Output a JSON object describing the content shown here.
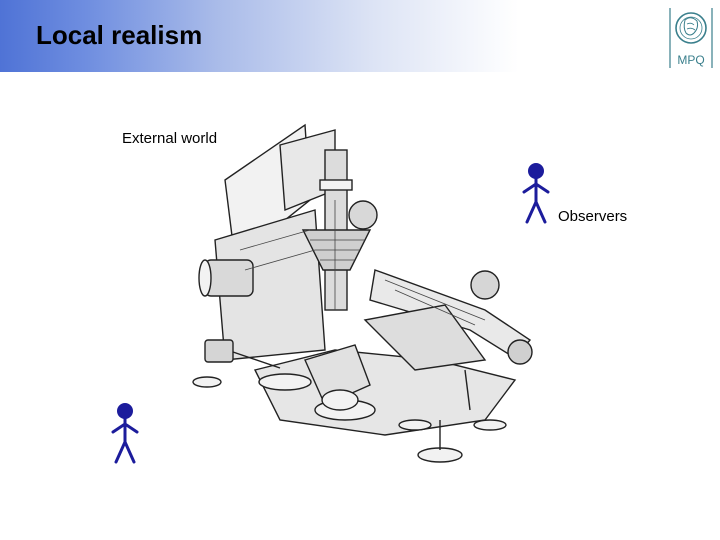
{
  "slide": {
    "title": "Local realism",
    "external_world_label": "External world",
    "observers_label": "Observers"
  },
  "logo": {
    "text": "MPQ",
    "icon": "minerva-seal-icon"
  },
  "icons": {
    "machine": "mechanical-apparatus-icon",
    "person": "stick-figure-icon"
  },
  "colors": {
    "header_blue": "#4f73d6",
    "figure_blue": "#1c1c9c",
    "logo_teal": "#3a7f8c"
  }
}
